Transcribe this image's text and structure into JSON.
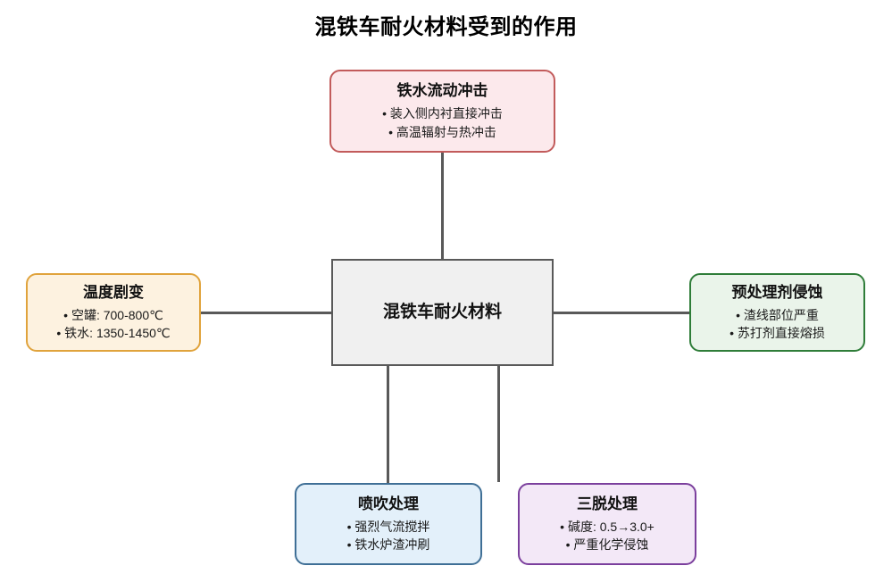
{
  "title": "混铁车耐火材料受到的作用",
  "center": {
    "label": "混铁车耐火材料",
    "fill": "#f0f0f0",
    "border": "#595959"
  },
  "nodes": [
    {
      "id": "top",
      "title": "铁水流动冲击",
      "items": [
        "装入侧内衬直接冲击",
        "高温辐射与热冲击"
      ],
      "fill": "#fce9ec",
      "border": "#c25b5b"
    },
    {
      "id": "left",
      "title": "温度剧变",
      "items": [
        "空罐: 700-800℃",
        "铁水: 1350-1450℃"
      ],
      "fill": "#fdf2e0",
      "border": "#e0a33c"
    },
    {
      "id": "right",
      "title": "预处理剂侵蚀",
      "items": [
        "渣线部位严重",
        "苏打剂直接熔损"
      ],
      "fill": "#eaf4ea",
      "border": "#2f7d39"
    },
    {
      "id": "bottom-left",
      "title": "喷吹处理",
      "items": [
        "强烈气流搅拌",
        "铁水炉渣冲刷"
      ],
      "fill": "#e3f0fa",
      "border": "#3f6f96"
    },
    {
      "id": "bottom-right",
      "title": "三脱处理",
      "items": [
        "碱度: 0.5→3.0+",
        "严重化学侵蚀"
      ],
      "fill": "#f3e8f7",
      "border": "#7b3f9d"
    }
  ],
  "connector_color": "#595959"
}
